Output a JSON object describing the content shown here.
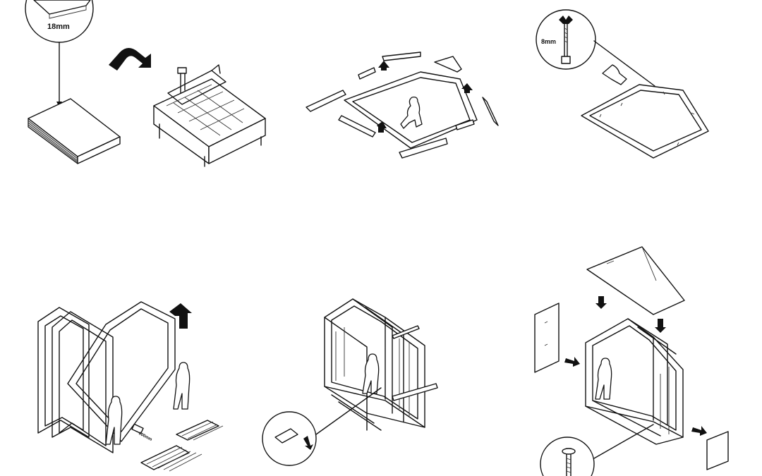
{
  "steps": [
    {
      "id": "step-1-material",
      "labels": {
        "thickness": "18mm"
      }
    },
    {
      "id": "step-2-floor-frame"
    },
    {
      "id": "step-3-bolting",
      "labels": {
        "bolt": "8mm"
      }
    },
    {
      "id": "step-4-raising-frames",
      "labels": {
        "spacing": "600mm"
      }
    },
    {
      "id": "step-5-connecting"
    },
    {
      "id": "step-6-cladding"
    }
  ]
}
